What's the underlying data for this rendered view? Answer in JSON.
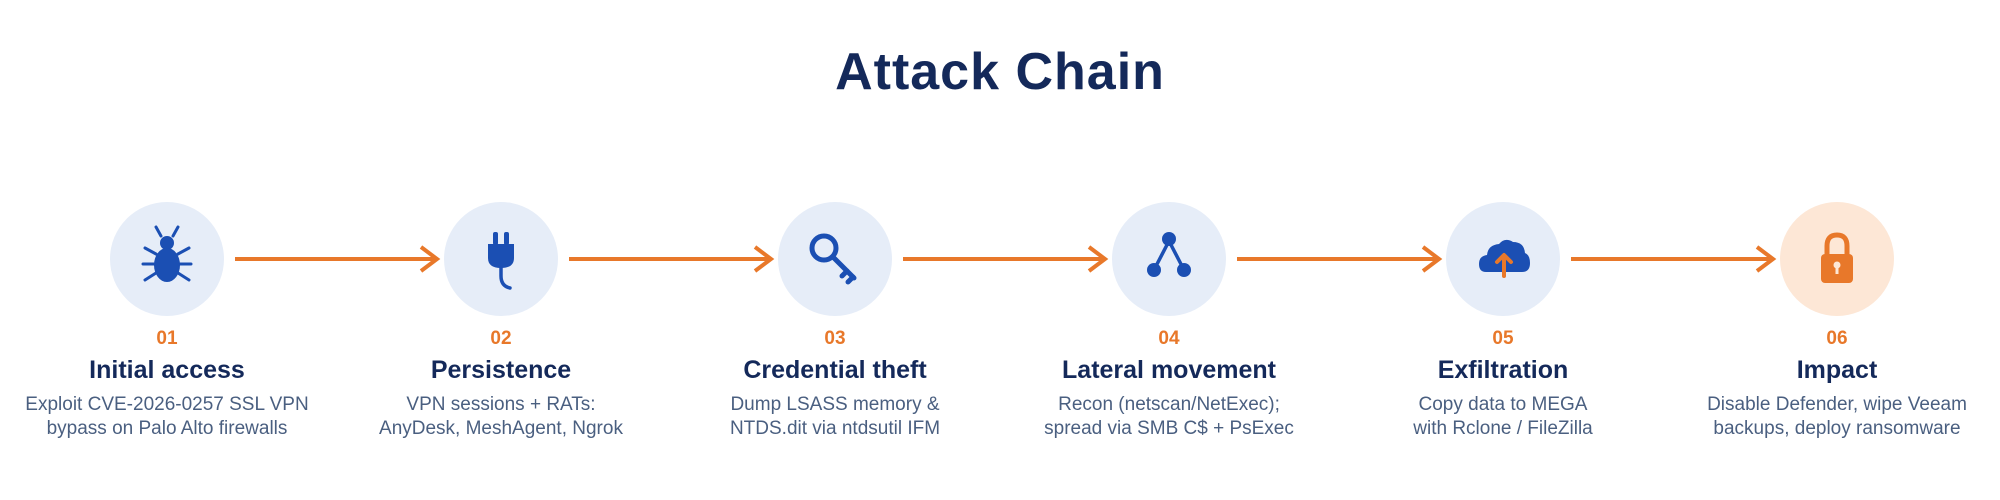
{
  "title": "Attack Chain",
  "colors": {
    "title": "#14295a",
    "accent_orange": "#e8782a",
    "icon_blue": "#1b4fb3",
    "circle_blue": "#e6edf8",
    "circle_orange": "#fde7d6",
    "description": "#4a5f80"
  },
  "stages": [
    {
      "number": "01",
      "title": "Initial access",
      "icon": "bug-icon",
      "description_lines": [
        "Exploit CVE-2026-0257 SSL VPN",
        "bypass on Palo Alto firewalls"
      ]
    },
    {
      "number": "02",
      "title": "Persistence",
      "icon": "plug-icon",
      "description_lines": [
        "VPN sessions + RATs:",
        "AnyDesk, MeshAgent, Ngrok"
      ]
    },
    {
      "number": "03",
      "title": "Credential theft",
      "icon": "key-icon",
      "description_lines": [
        "Dump LSASS memory &",
        "NTDS.dit via ntdsutil IFM"
      ]
    },
    {
      "number": "04",
      "title": "Lateral movement",
      "icon": "network-icon",
      "description_lines": [
        "Recon (netscan/NetExec);",
        "spread via SMB C$ + PsExec"
      ]
    },
    {
      "number": "05",
      "title": "Exfiltration",
      "icon": "cloud-upload-icon",
      "description_lines": [
        "Copy data to MEGA",
        "with Rclone / FileZilla"
      ]
    },
    {
      "number": "06",
      "title": "Impact",
      "icon": "padlock-icon",
      "description_lines": [
        "Disable Defender, wipe Veeam",
        "backups, deploy ransomware"
      ]
    }
  ]
}
